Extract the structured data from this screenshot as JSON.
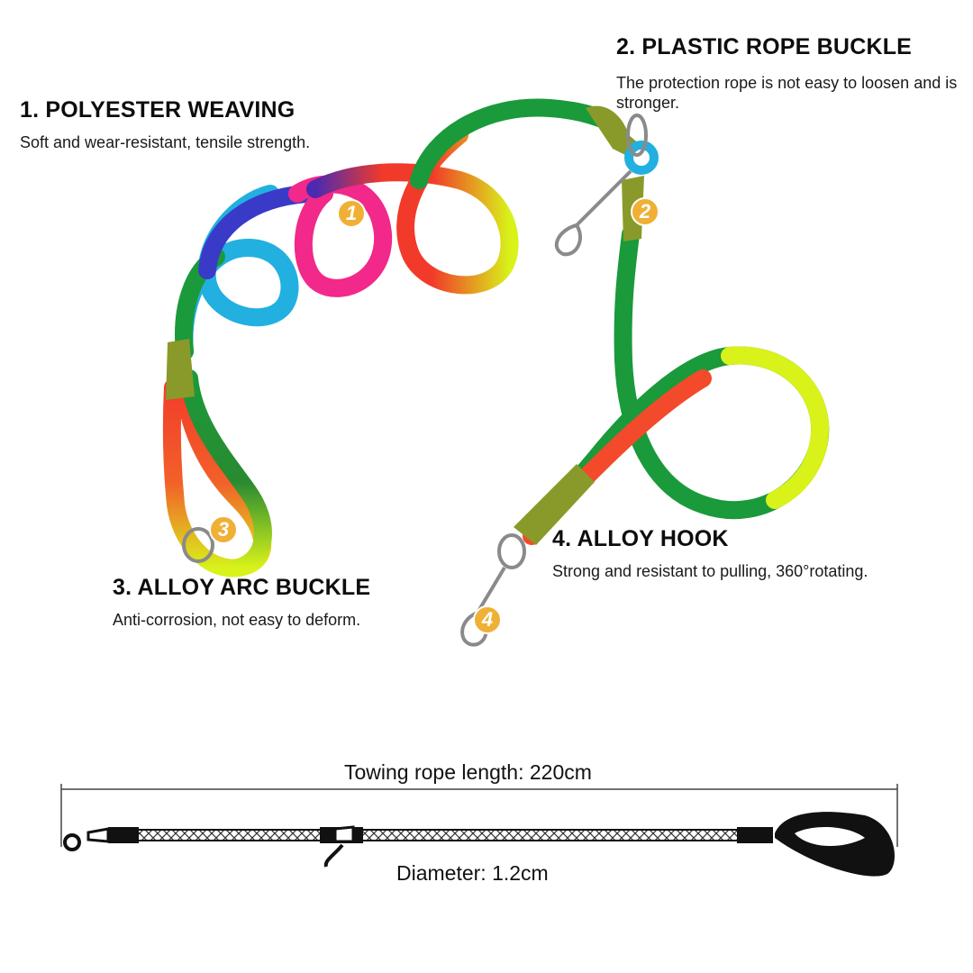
{
  "features": [
    {
      "number": "1",
      "title": "1. POLYESTER WEAVING",
      "description": "Soft and wear-resistant, tensile strength."
    },
    {
      "number": "2",
      "title": "2. PLASTIC ROPE BUCKLE",
      "description": "The protection rope is not easy to loosen and is stronger."
    },
    {
      "number": "3",
      "title": "3. ALLOY ARC BUCKLE",
      "description": "Anti-corrosion, not easy to deform."
    },
    {
      "number": "4",
      "title": "4. ALLOY HOOK",
      "description": "Strong and resistant to pulling, 360°rotating."
    }
  ],
  "dimensions": {
    "length_label": "Towing rope length: 220cm",
    "diameter_label": "Diameter: 1.2cm"
  },
  "colors": {
    "badge": "#f0b035",
    "buckle_olive": "#8a9a2a",
    "rope_green": "#1a9a3a",
    "rope_yellow": "#d8f21a",
    "rope_red": "#f23a2a",
    "rope_pink": "#f2288a",
    "rope_blue": "#2a6ae0",
    "rope_cyan": "#22b0e0",
    "rope_purple": "#4a2ab0"
  }
}
